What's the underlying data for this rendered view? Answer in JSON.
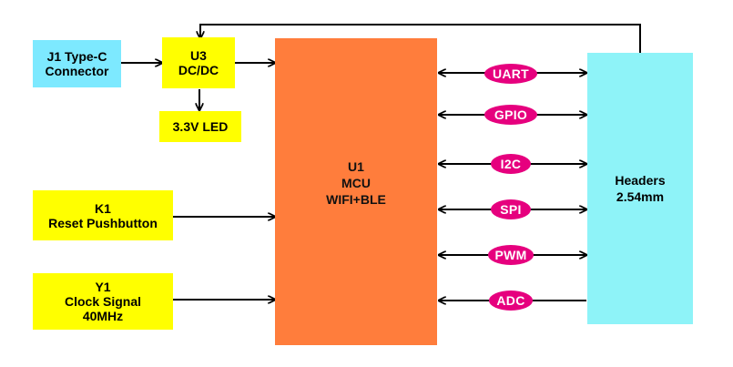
{
  "diagram": {
    "blocks": {
      "j1": [
        "J1 Type-C",
        "Connector"
      ],
      "u3": [
        "U3",
        "DC/DC"
      ],
      "led": [
        "3.3V LED"
      ],
      "k1": [
        "K1",
        "Reset Pushbutton"
      ],
      "y1": [
        "Y1",
        "Clock Signal",
        "40MHz"
      ],
      "u1": [
        "U1",
        "MCU",
        "WIFI+BLE"
      ],
      "headers": [
        "Headers",
        "2.54mm"
      ]
    },
    "interfaces": [
      "UART",
      "GPIO",
      "I2C",
      "SPI",
      "PWM",
      "ADC"
    ],
    "colors": {
      "connector": "#7de9ff",
      "support_blocks": "#ffff00",
      "mcu": "#ff7d3c",
      "headers": "#8ef3f8",
      "bus_labels": "#e6007e",
      "lines": "#000000"
    }
  }
}
